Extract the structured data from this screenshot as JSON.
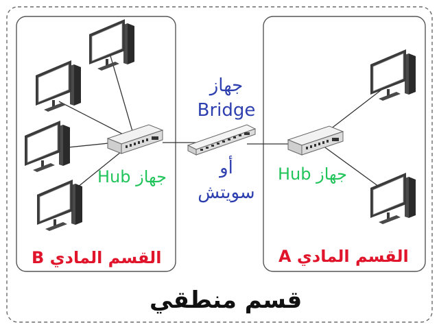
{
  "diagram": {
    "logical_segment_label": "قسم منطقي",
    "segment_b": {
      "label": "القسم المادي B",
      "hub_label": "جهاز Hub",
      "computer_count": 4
    },
    "segment_a": {
      "label": "القسم المادي A",
      "hub_label": "جهاز Hub",
      "computer_count": 2
    },
    "bridge": {
      "line1": "جهاز",
      "line2": "Bridge",
      "line3": "أو",
      "line4": "سويتش"
    },
    "colors": {
      "hub_label": "#21c45a",
      "section_label": "#e0142a",
      "bridge_label": "#2e3fb0",
      "logical_label": "#111111",
      "outline": "#555555"
    },
    "icons": [
      "desktop-computer-icon",
      "network-hub-icon",
      "network-switch-icon"
    ]
  }
}
